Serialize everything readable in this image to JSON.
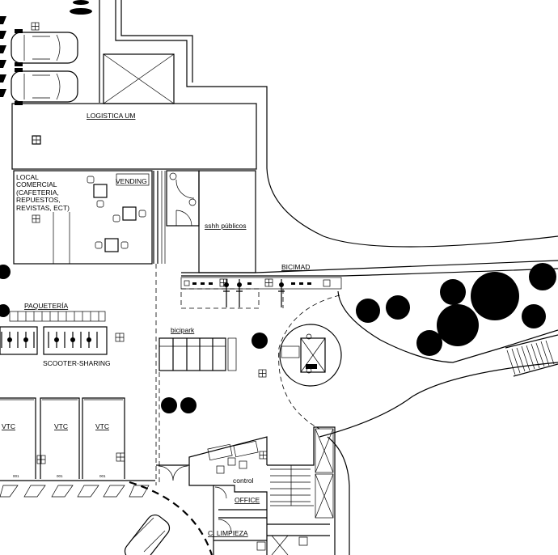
{
  "labels": {
    "logistica": "LOGISTICA UM",
    "local_comercial": [
      "LOCAL",
      "COMERCIAL",
      "(CAFETERIA,",
      "REPUESTOS,",
      "REVISTAS, ECT)"
    ],
    "vending": "VENDING",
    "sshh": "sshh públicos",
    "bicimad": "BICIMAD",
    "paqueteria": "PAQUETERÍA",
    "scooter": "SCOOTER-SHARING",
    "bicipark": "bicipark",
    "vtc": [
      "VTC",
      "VTC",
      "VTC"
    ],
    "vtc_codes": [
      "001",
      "001",
      "001"
    ],
    "control": "control",
    "office": "OFFICE",
    "limpieza": "C. LIMPIEZA"
  },
  "colors": {
    "ink": "#000000",
    "paper": "#ffffff"
  }
}
